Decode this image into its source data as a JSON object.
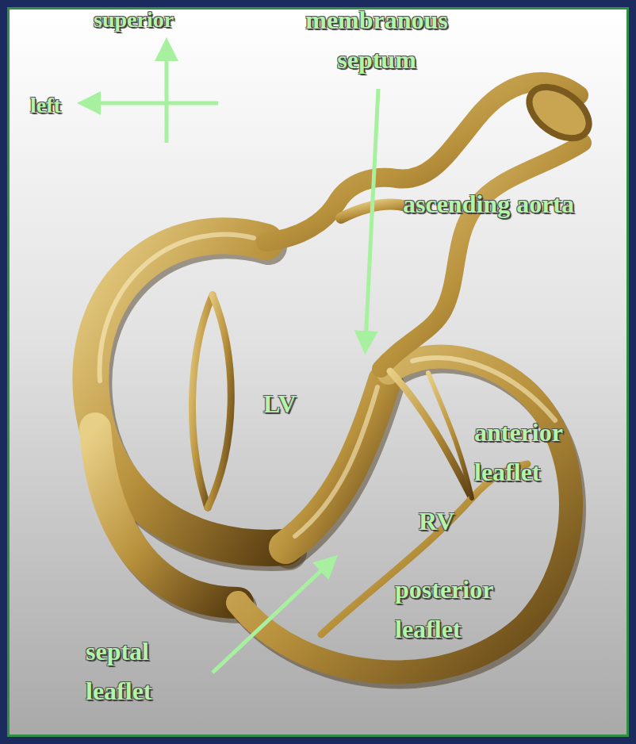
{
  "diagram": {
    "labels": [
      "superior",
      "membranous septum",
      "left",
      "ascending aorta",
      "LV",
      "anterior leaflet",
      "RV",
      "posterior leaflet",
      "septal leaflet"
    ]
  }
}
